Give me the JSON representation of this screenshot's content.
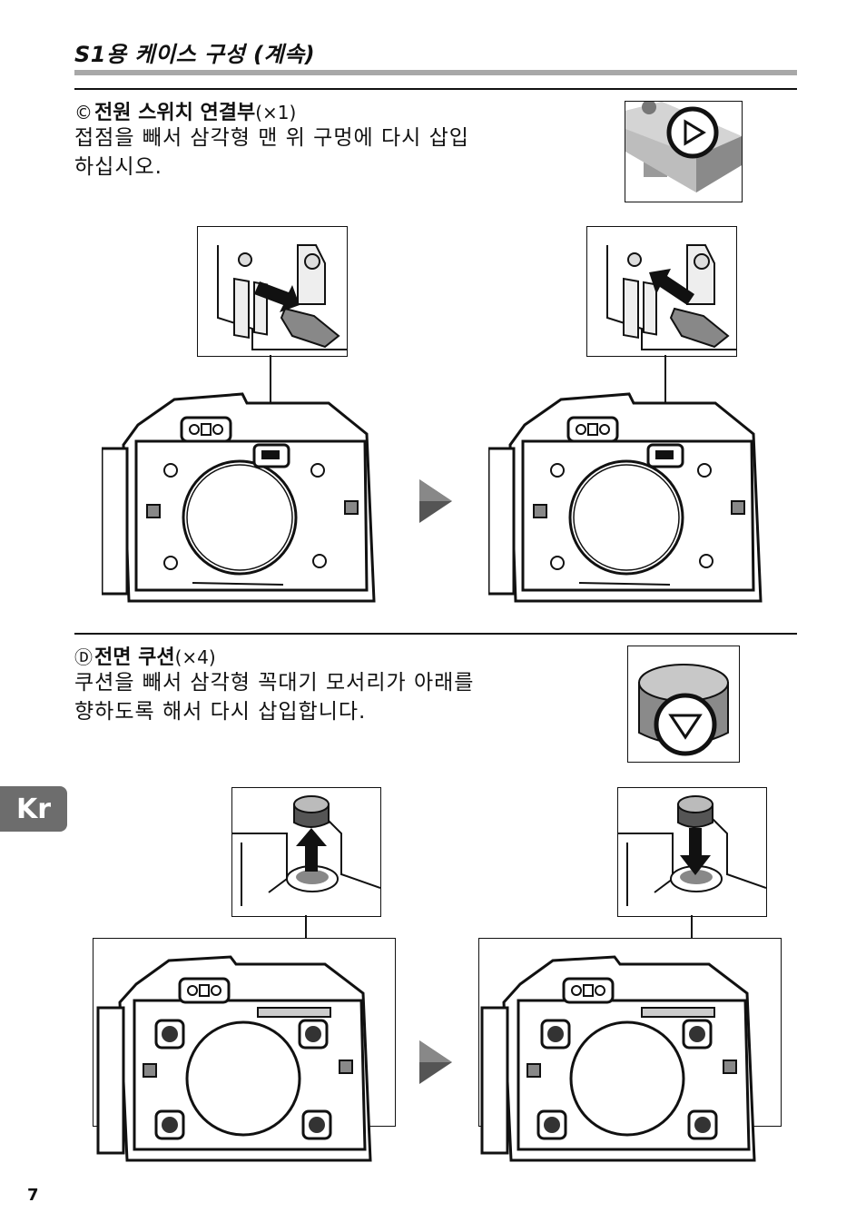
{
  "header": {
    "title": "S1용 케이스 구성 (계속)"
  },
  "section_c": {
    "mark": "©",
    "title": "전원 스위치 연결부",
    "count": "(×1)",
    "line1": "접점을 빼서 삼각형 맨 위 구멍에 다시 삽입",
    "line2": "하십시오."
  },
  "section_d": {
    "mark": "Ⓓ",
    "title": "전면 쿠션",
    "count": "(×4)",
    "line1": "쿠션을 빼서 삼각형 꼭대기 모서리가 아래를",
    "line2": "향하도록 해서 다시 삽입합니다."
  },
  "sidebar": {
    "lang_tab": "Kr"
  },
  "footer": {
    "page_number": "7"
  },
  "icons": {
    "step_arrow": "right-triangle-arrow",
    "connector": "triangle-up-mark",
    "cushion": "triangle-down-mark"
  },
  "colors": {
    "tab_gray": "#6d6d6d",
    "rule_gray": "#a8a8a8",
    "arrow_gray": "#555555"
  }
}
